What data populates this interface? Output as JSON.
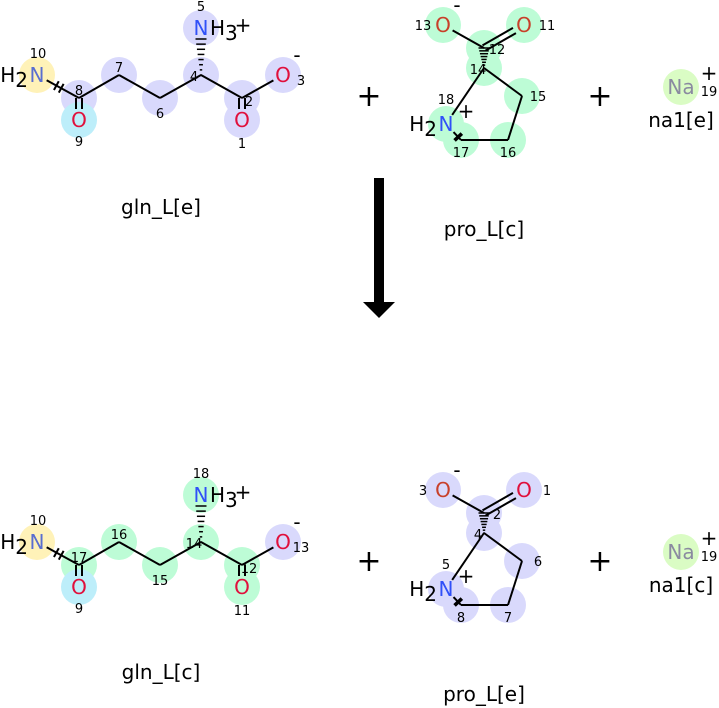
{
  "colors": {
    "N": "#3050f8",
    "N_amide": "#5a6ed0",
    "O": "#e0103c",
    "O_alt": "#c8402a",
    "Na": "#8a8aa0",
    "yellow": "#fff2b8",
    "lavender": "#d9d9fc",
    "cyan": "#bdeefa",
    "green": "#bdfcd6",
    "lightgreen": "#dafcc4"
  },
  "operators": {
    "plus": "+"
  },
  "molecules": [
    {
      "name": "gln_L[e]",
      "atoms": [
        {
          "el": "N",
          "h": "H2",
          "num": "10",
          "hl": "yellow"
        },
        {
          "el": "",
          "num": "8",
          "hl": "lavender"
        },
        {
          "el": "O",
          "num": "9",
          "hl": "cyan"
        },
        {
          "el": "",
          "num": "7",
          "hl": "lavender"
        },
        {
          "el": "",
          "num": "6",
          "hl": "lavender"
        },
        {
          "el": "",
          "num": "4",
          "hl": "lavender"
        },
        {
          "el": "N",
          "h": "H3",
          "charge": "+",
          "num": "5",
          "hl": "lavender"
        },
        {
          "el": "",
          "num": "2",
          "hl": "lavender"
        },
        {
          "el": "O",
          "num": "1",
          "hl": "lavender"
        },
        {
          "el": "O",
          "charge": "-",
          "num": "3",
          "hl": "lavender"
        }
      ]
    },
    {
      "name": "pro_L[c]",
      "atoms": [
        {
          "el": "O",
          "charge": "-",
          "num": "13",
          "hl": "green"
        },
        {
          "el": "O",
          "num": "11",
          "hl": "green"
        },
        {
          "el": "",
          "num": "12",
          "hl": "green"
        },
        {
          "el": "",
          "num": "14",
          "hl": "green"
        },
        {
          "el": "N",
          "h": "H2",
          "charge": "+",
          "num": "18",
          "hl": "green"
        },
        {
          "el": "",
          "num": "15",
          "hl": "green"
        },
        {
          "el": "",
          "num": "17",
          "hl": "green"
        },
        {
          "el": "",
          "num": "16",
          "hl": "green"
        }
      ]
    },
    {
      "name": "na1[e]",
      "atoms": [
        {
          "el": "Na",
          "charge": "+",
          "num": "19",
          "hl": "lightgreen"
        }
      ]
    },
    {
      "name": "gln_L[c]",
      "atoms": [
        {
          "el": "N",
          "h": "H2",
          "num": "10",
          "hl": "yellow"
        },
        {
          "el": "",
          "num": "17",
          "hl": "green"
        },
        {
          "el": "O",
          "num": "9",
          "hl": "cyan"
        },
        {
          "el": "",
          "num": "16",
          "hl": "green"
        },
        {
          "el": "",
          "num": "15",
          "hl": "green"
        },
        {
          "el": "",
          "num": "14",
          "hl": "green"
        },
        {
          "el": "N",
          "h": "H3",
          "charge": "+",
          "num": "18",
          "hl": "green"
        },
        {
          "el": "",
          "num": "12",
          "hl": "green"
        },
        {
          "el": "O",
          "num": "11",
          "hl": "green"
        },
        {
          "el": "O",
          "charge": "-",
          "num": "13",
          "hl": "lavender"
        }
      ]
    },
    {
      "name": "pro_L[e]",
      "atoms": [
        {
          "el": "O",
          "charge": "-",
          "num": "3",
          "hl": "lavender"
        },
        {
          "el": "O",
          "num": "1",
          "hl": "lavender"
        },
        {
          "el": "",
          "num": "2",
          "hl": "lavender"
        },
        {
          "el": "",
          "num": "4",
          "hl": "lavender"
        },
        {
          "el": "N",
          "h": "H2",
          "charge": "+",
          "num": "5",
          "hl": "lavender"
        },
        {
          "el": "",
          "num": "6",
          "hl": "lavender"
        },
        {
          "el": "",
          "num": "8",
          "hl": "lavender"
        },
        {
          "el": "",
          "num": "7",
          "hl": "lavender"
        }
      ]
    },
    {
      "name": "na1[c]",
      "atoms": [
        {
          "el": "Na",
          "charge": "+",
          "num": "19",
          "hl": "lightgreen"
        }
      ]
    }
  ]
}
